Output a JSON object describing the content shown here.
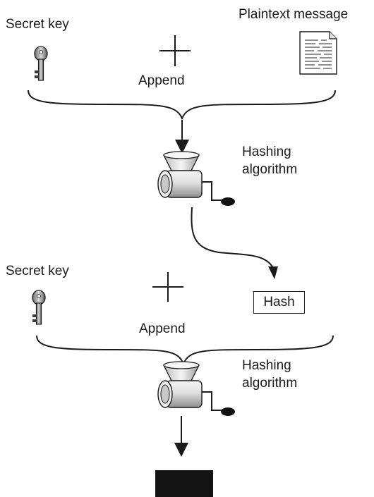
{
  "stage1": {
    "secret_key_label": "Secret key",
    "plaintext_label": "Plaintext message",
    "append_label": "Append",
    "hashing_label_line1": "Hashing",
    "hashing_label_line2": "algorithm"
  },
  "stage2": {
    "secret_key_label": "Secret key",
    "hash_label": "Hash",
    "append_label": "Append",
    "hashing_label_line1": "Hashing",
    "hashing_label_line2": "algorithm"
  },
  "icons": {
    "key": "key-icon",
    "document": "document-icon",
    "plus": "plus-icon",
    "brace": "brace-icon",
    "grinder": "hashing-machine-icon",
    "arrow": "arrow-icon",
    "result": "hmac-result-block"
  },
  "colors": {
    "stroke": "#1a1a1a",
    "machine_light": "#f2f2f2",
    "machine_shade": "#9a9a9a",
    "result_fill": "#141414"
  }
}
